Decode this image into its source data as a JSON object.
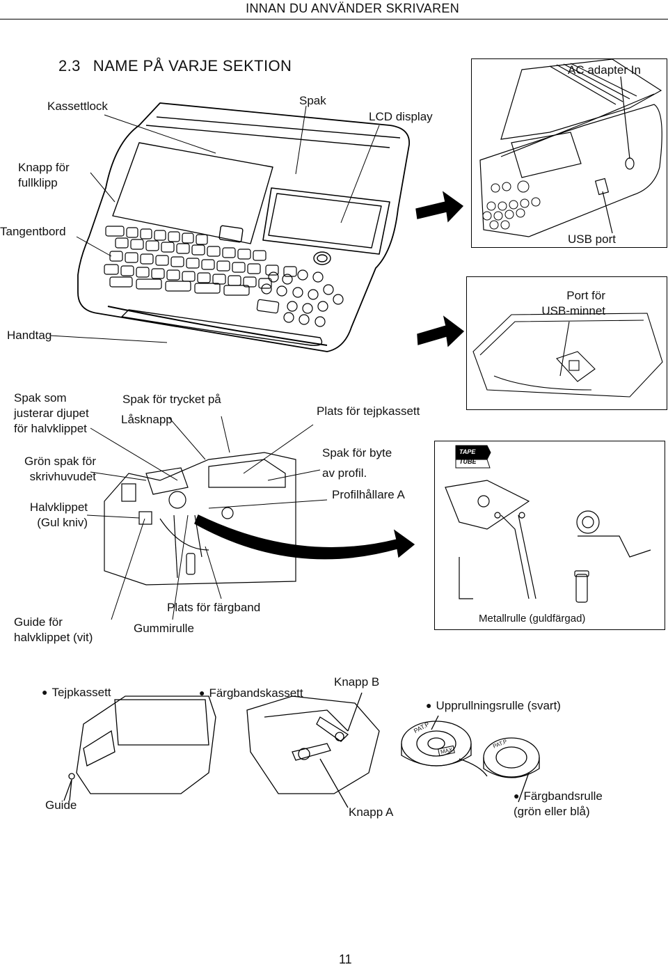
{
  "header": {
    "title": "INNAN DU ANVÄNDER SKRIVAREN"
  },
  "section": {
    "number": "2.3",
    "title": "NAME PÅ VARJE SEKTION"
  },
  "printer_labels": {
    "cassette_lid": "Kassettlock",
    "lever": "Spak",
    "lcd_display": "LCD display",
    "full_cut_key": [
      "Knapp för",
      "fullklipp"
    ],
    "keyboard": "Tangentbord",
    "handle": "Handtag",
    "ac_adapter": "AC adapter In",
    "usb_port": "USB port",
    "usb_memory_port": [
      "Port för",
      "USB-minnet"
    ]
  },
  "mechanism_labels": {
    "half_cut_depth_lever": [
      "Spak som",
      "justerar djupet",
      "för halvklippet"
    ],
    "print_pressure_lever": "Spak för trycket på",
    "lock_button": "Låsknapp",
    "tape_cassette_place": "Plats för tejpkassett",
    "profile_change_lever": [
      "Spak för byte",
      "av profil."
    ],
    "profile_holder_a": "Profilhållare A",
    "green_head_lever": [
      "Grön spak för",
      "skrivhuvudet"
    ],
    "half_cutter": [
      "Halvklippet",
      "(Gul kniv)"
    ],
    "ribbon_place": "Plats för färgband",
    "rubber_roller": "Gummirulle",
    "half_cut_guide": [
      "Guide för",
      "halvklippet (vit)"
    ],
    "metal_roller": "Metallrulle (guldfärgad)"
  },
  "inset_badge": {
    "top": "TAPE",
    "bottom": "TUBE"
  },
  "consumables": {
    "tape_cassette": "Tejpkassett",
    "ribbon_cassette": "Färgbandskassett",
    "button_b": "Knapp B",
    "button_a": "Knapp A",
    "guide": "Guide",
    "takeup_reel": "Upprullningsrulle (svart)",
    "ribbon_reel": [
      "Färgbandsrulle",
      "(grön eller blå)"
    ],
    "reel_marks": [
      "PAT.P",
      "PAT.P",
      "MAX"
    ]
  },
  "page_number": "11"
}
